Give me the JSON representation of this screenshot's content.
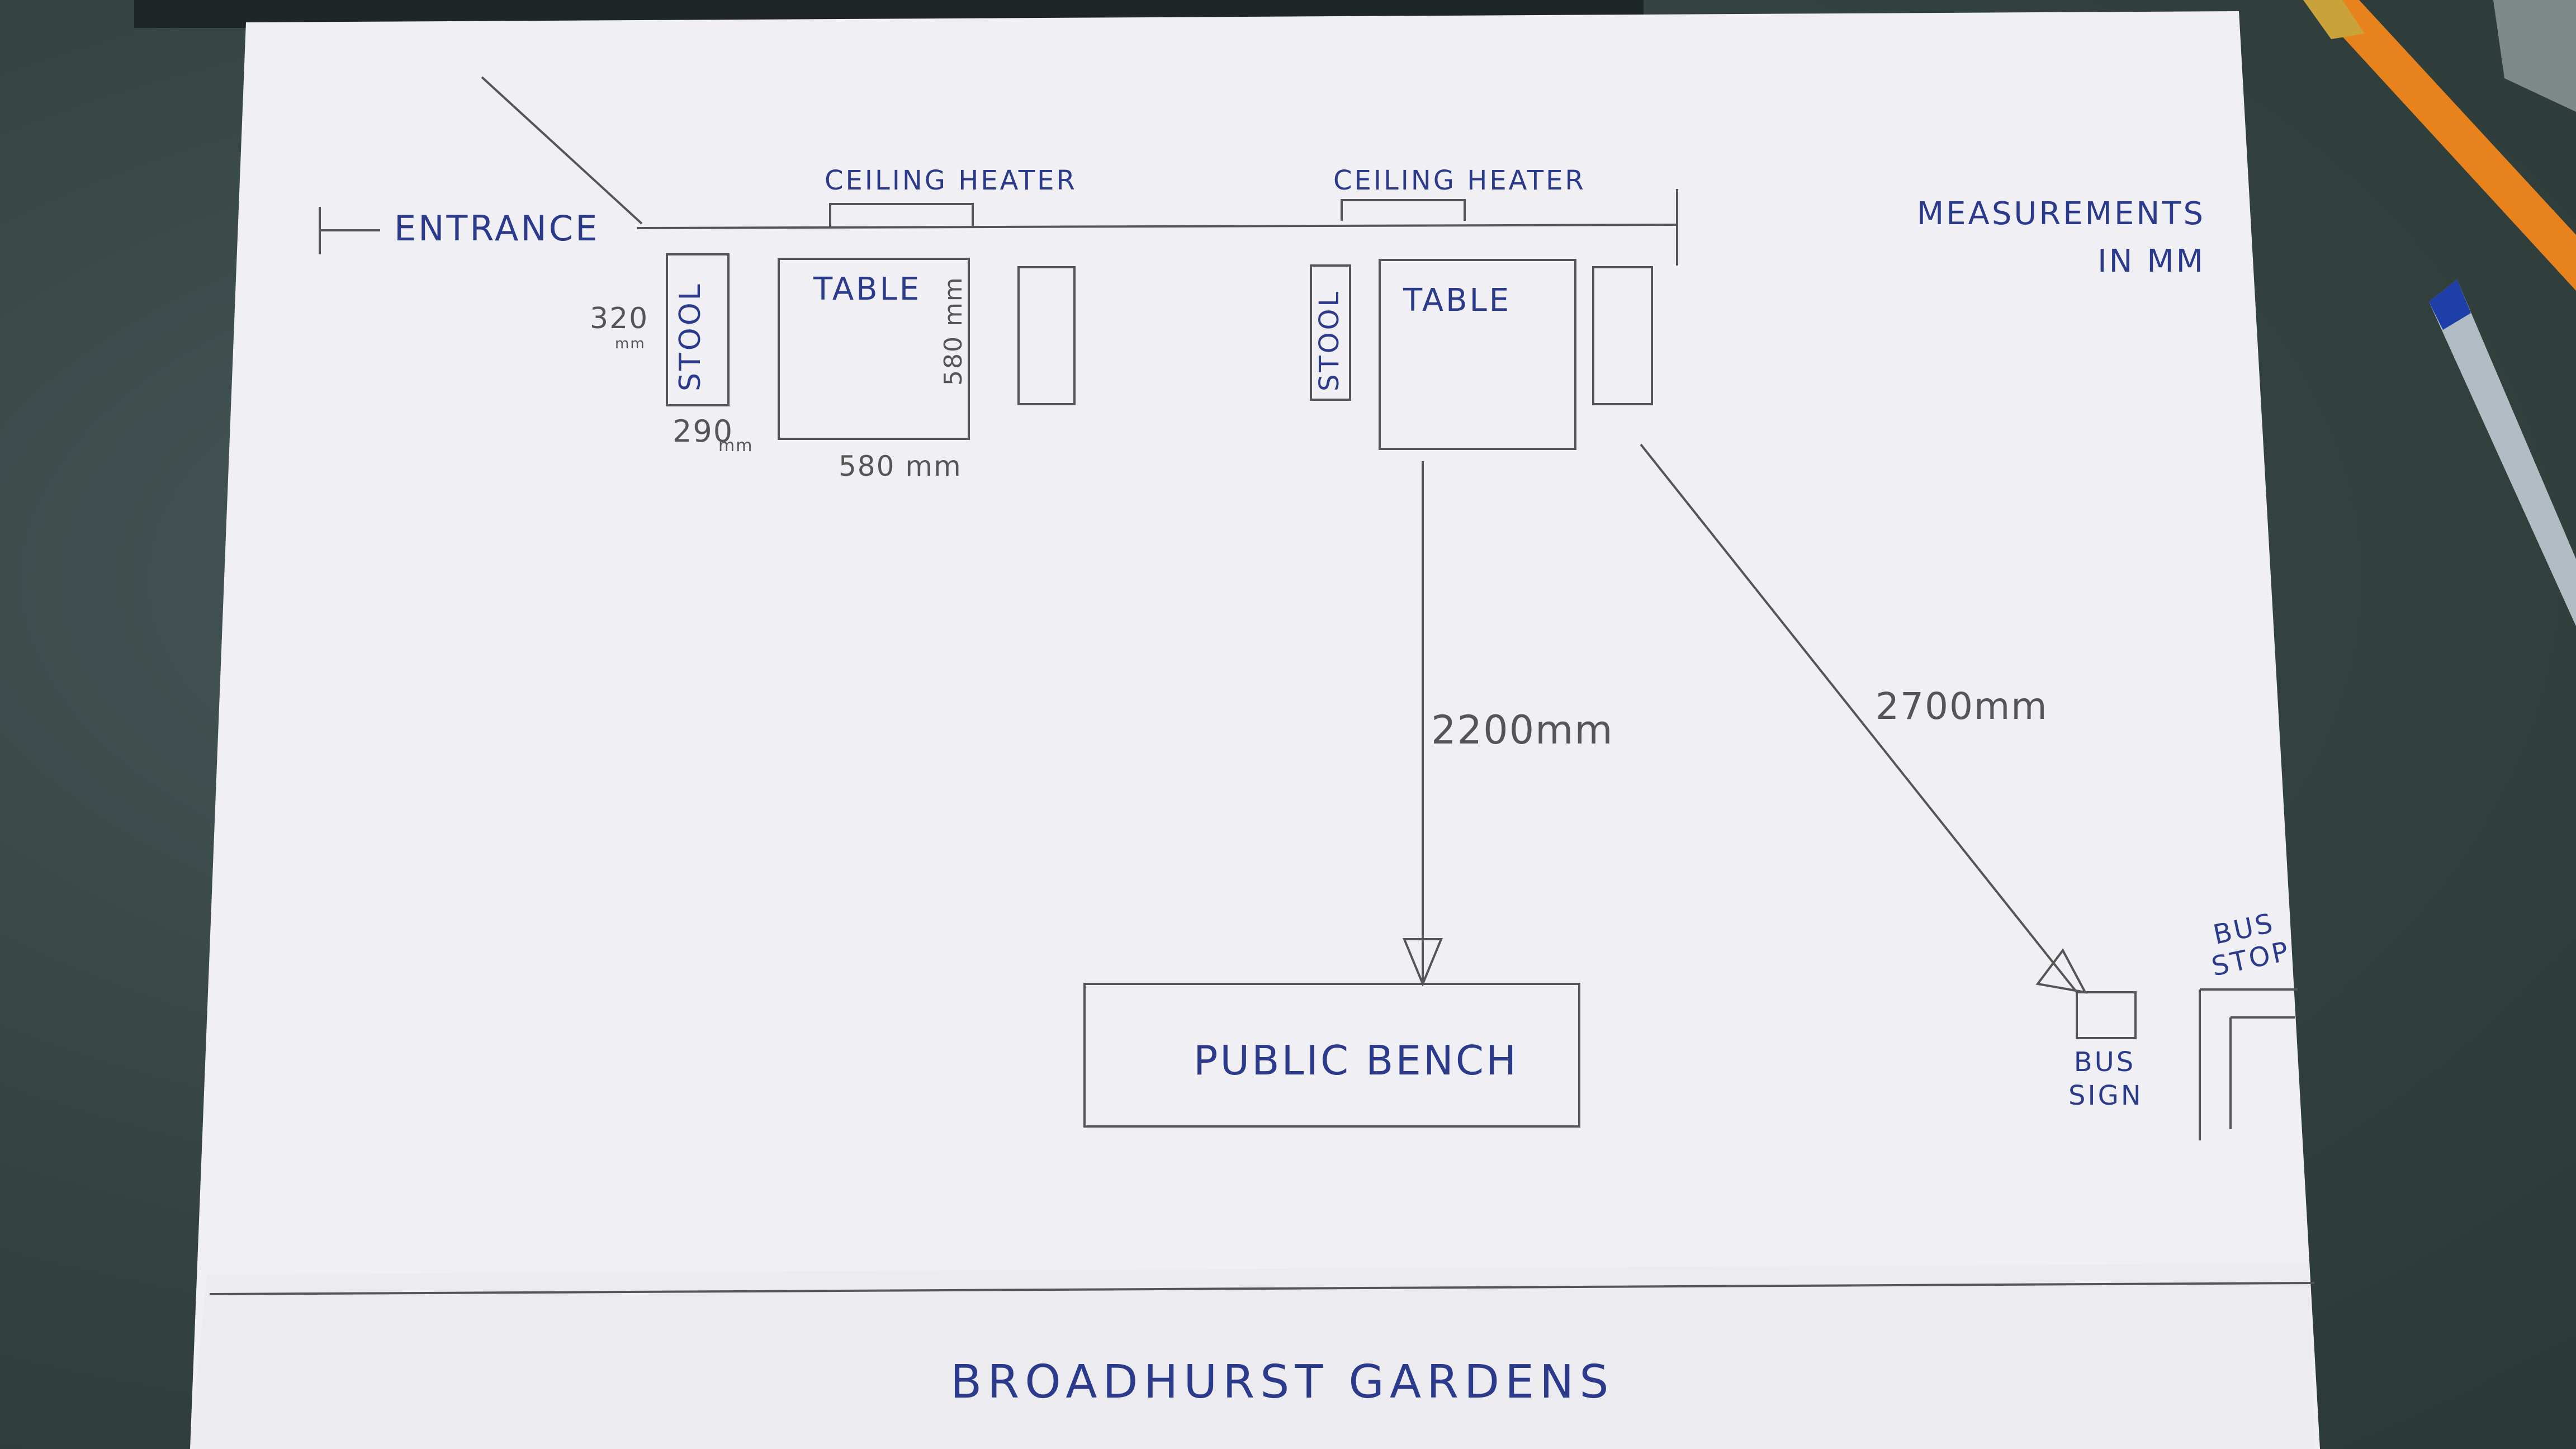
{
  "diagram": {
    "labels": {
      "entrance": "ENTRANCE",
      "ceiling_heater_1": "CEILING HEATER",
      "ceiling_heater_2": "CEILING HEATER",
      "measurements": "MEASUREMENTS IN MM",
      "stool_1": "STOOL",
      "table_1": "TABLE",
      "stool_2": "STOOL",
      "table_2": "TABLE",
      "public_bench": "PUBLIC BENCH",
      "bus_sign": "BUS SIGN",
      "bus_stop": "BUS STOP",
      "street": "BROADHURST GARDENS"
    },
    "dimensions": {
      "stool_height": "320",
      "stool_height_unit": "mm",
      "stool_width": "290",
      "stool_width_unit": "mm",
      "table_width": "580 mm",
      "table_depth": "580 mm",
      "to_bench": "2200mm",
      "to_bus_sign": "2700mm"
    }
  },
  "colors": {
    "paper": "#f1f0f3",
    "ink": "#2c3a8c",
    "pencil": "#555555",
    "background": "#3a4a4c"
  }
}
